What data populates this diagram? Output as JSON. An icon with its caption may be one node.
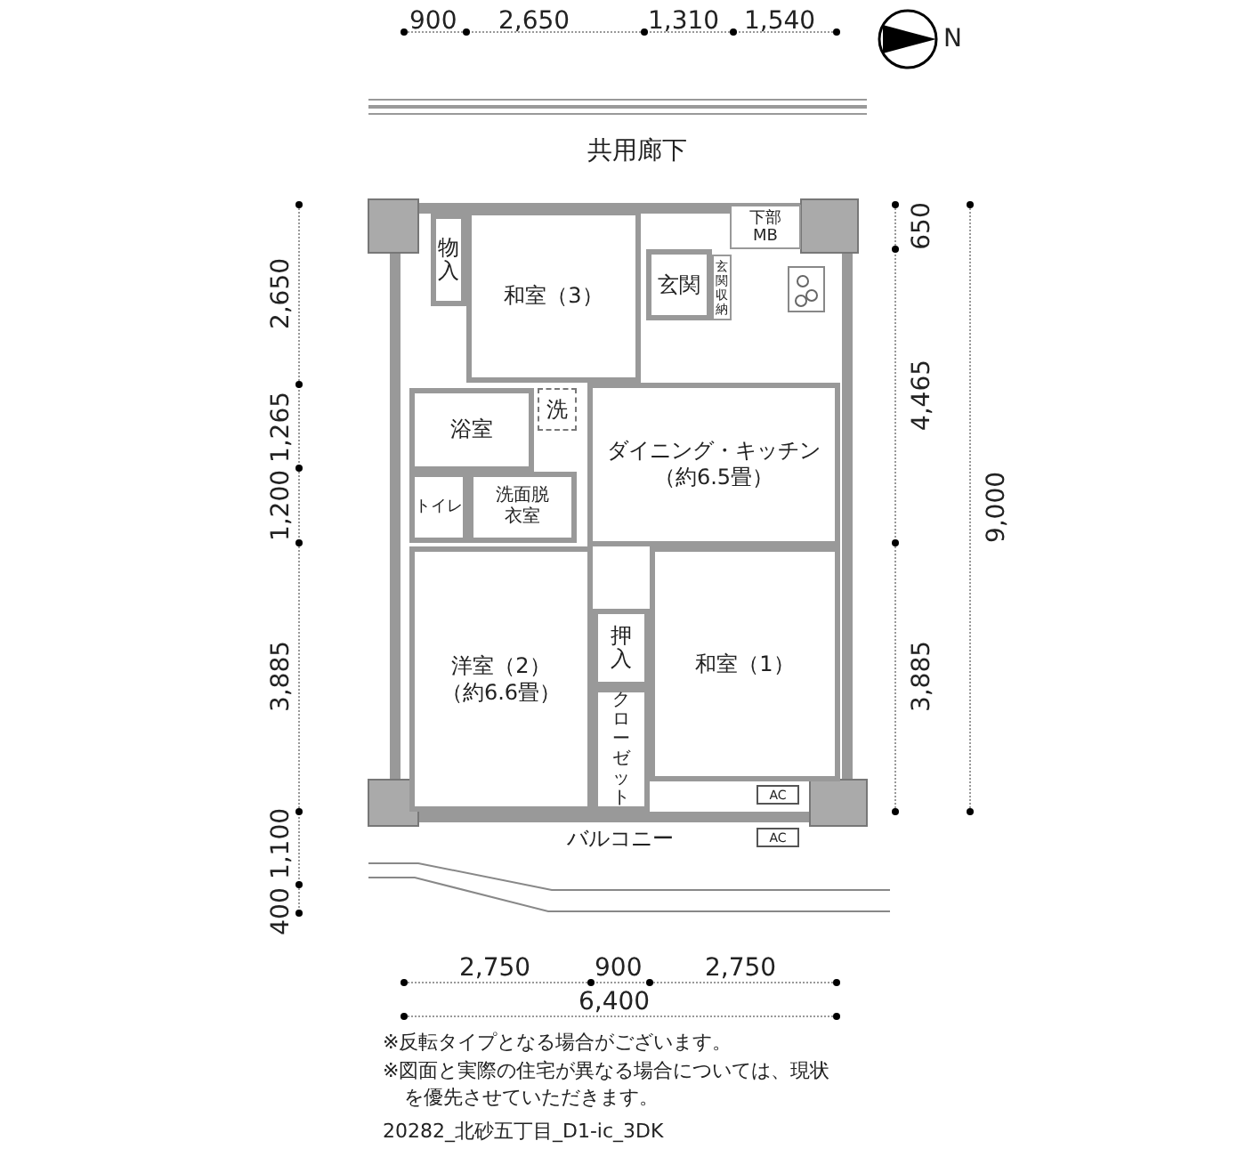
{
  "diagram": {
    "nodes": [
      {
        "text": [
          "物入"
        ]
      },
      {
        "text": [
          "和室（3）"
        ]
      },
      {
        "text": [
          "玄関"
        ]
      },
      {
        "text": [
          "玄関収納"
        ]
      },
      {
        "text": [
          "下部MB"
        ]
      },
      {
        "text": [
          "ダイニング・キッチン",
          "（約6.5畳）"
        ]
      },
      {
        "text": [
          "浴室"
        ]
      },
      {
        "text": [
          "洗"
        ]
      },
      {
        "text": [
          "トイレ"
        ]
      },
      {
        "text": [
          "洗面脱衣室"
        ]
      },
      {
        "text": [
          "洋室（2）",
          "（約6.6畳）"
        ]
      },
      {
        "text": [
          "押入"
        ]
      },
      {
        "text": [
          "クローゼット"
        ]
      },
      {
        "text": [
          "和室（1）"
        ]
      },
      {
        "text": [
          "AC"
        ]
      },
      {
        "text": [
          "バルコニー"
        ]
      },
      {
        "text": [
          "AC"
        ],
        "in": 15
      }
    ],
    "edges": [],
    "labels": [
      "900",
      "2,650",
      "1,310",
      "1,540",
      "N",
      "共用廊下",
      "2,650",
      "1,265",
      "1,200",
      "3,885",
      "1,100",
      "400",
      "650",
      "4,465",
      "9,000",
      "3,885",
      "2,750",
      "900",
      "2,750",
      "6,400",
      "※反転タイプとなる場合がございます。",
      "※図面と実際の住宅が異なる場合については、現状を優先させていただきます。",
      "20282_北砂五丁目_D1-ic_3DK"
    ]
  }
}
